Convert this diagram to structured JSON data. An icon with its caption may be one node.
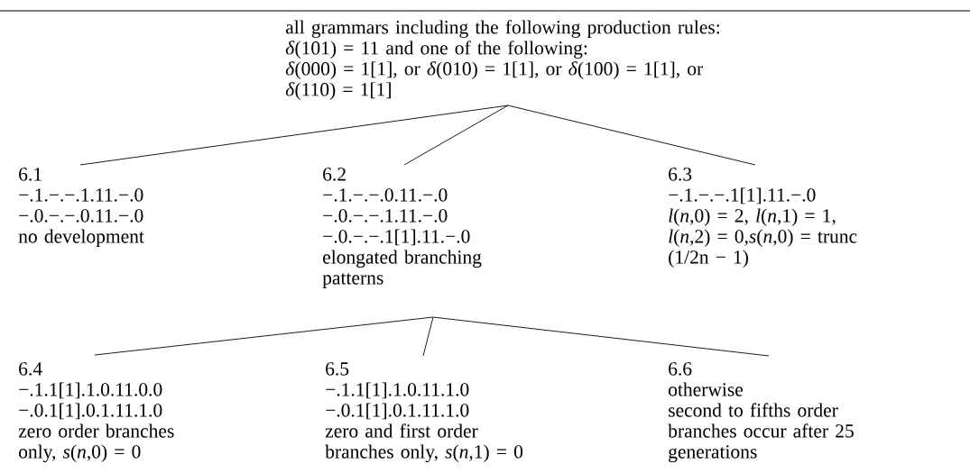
{
  "diagram": {
    "nodes": [
      {
        "text": [
          "all grammars including the following production rules:",
          "*δ*(101) = 11 and one of the following:",
          "*δ*(000) = 1[1], or *δ*(010) = 1[1], or *δ*(100) = 1[1], or *δ*(110) = 1[1]"
        ]
      },
      {
        "text": [
          "6.1",
          "−.1.−.−.1.11.−.0",
          "−.0.−.−.0.11.−.0",
          "no development"
        ]
      },
      {
        "text": [
          "6.2",
          "−.1.−.−.0.11.−.0",
          "−.0.−.−.1.11.−.0",
          "−.0.−.−.1[1].11.−.0",
          "elongated branching patterns"
        ]
      },
      {
        "text": [
          "6.3",
          "−.1.−.−.1[1].11.−.0",
          "*l*(*n*,0) = 2, *l*(*n*,1) = 1, *l*(*n*,2) = 0,*s*(*n*,0) = trunc (1/2n − 1)"
        ]
      },
      {
        "text": [
          "6.4",
          "−.1.1[1].1.0.11.0.0",
          "−.0.1[1].0.1.11.1.0",
          "zero order branches only, *s*(*n*,0) = 0"
        ]
      },
      {
        "text": [
          "6.5",
          "−.1.1[1].1.0.11.1.0",
          "−.0.1[1].0.1.11.1.0",
          "zero and first order branches only, *s*(*n*,1) = 0"
        ]
      },
      {
        "text": [
          "6.6",
          "otherwise",
          "second to fifths order branches occur after 25 generations"
        ]
      }
    ],
    "edges": [
      {
        "from": 0,
        "to": 1,
        "arrow": "none"
      },
      {
        "from": 0,
        "to": 2,
        "arrow": "none"
      },
      {
        "from": 0,
        "to": 3,
        "arrow": "none"
      },
      {
        "from": 2,
        "to": 4,
        "arrow": "none"
      },
      {
        "from": 2,
        "to": 5,
        "arrow": "none"
      },
      {
        "from": 2,
        "to": 6,
        "arrow": "none"
      }
    ]
  }
}
